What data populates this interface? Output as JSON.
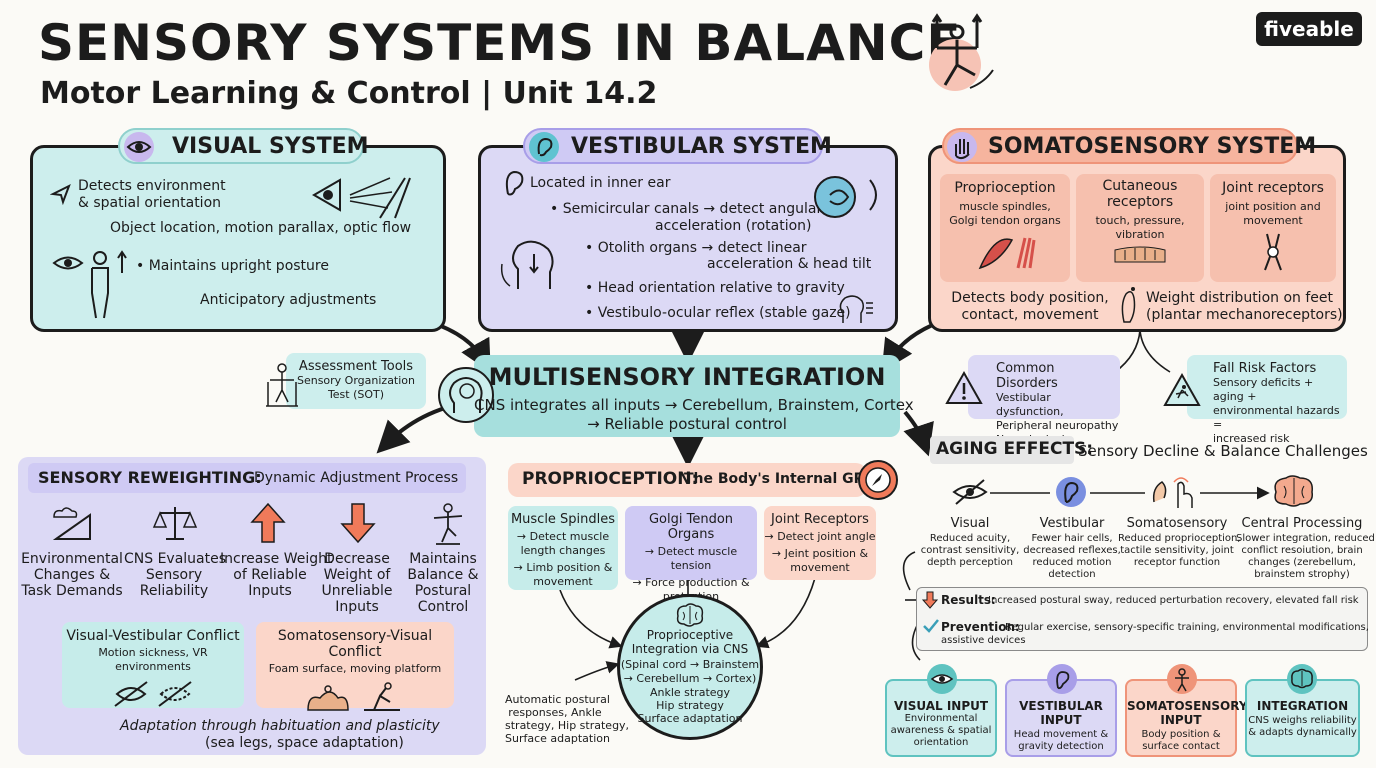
{
  "colors": {
    "teal": "#cdeeed",
    "lavender": "#dcd9f5",
    "salmon": "#fbd6c9",
    "ink": "#1c1c1c"
  },
  "header": {
    "title": "SENSORY SYSTEMS IN BALANCE",
    "subtitle": "Motor Learning & Control | Unit 14.2",
    "logo": "fiveable"
  },
  "visual": {
    "title": "VISUAL SYSTEM",
    "line1": "Detects environment",
    "line2": "& spatial orientation",
    "sub1": "Object location, motion parallax, optic flow",
    "line3": "• Maintains upright posture",
    "sub2": "Anticipatory adjustments"
  },
  "vestibular": {
    "title": "VESTIBULAR SYSTEM",
    "loc": "Located in inner ear",
    "b1a": "• Semicircular canals → detect angular",
    "b1b": "acceleration (rotation)",
    "b2a": "• Otolith organs → detect linear",
    "b2b": "acceleration & head tilt",
    "b3": "• Head orientation relative to gravity",
    "b4": "• Vestibulo-ocular reflex (stable gaze)"
  },
  "somato": {
    "title": "SOMATOSENSORY SYSTEM",
    "c1t": "Proprioception",
    "c1a": "muscle spindles,",
    "c1b": "Golgi tendon organs",
    "c2t": "Cutaneous",
    "c2t2": "receptors",
    "c2a": "touch, pressure,",
    "c2b": "vibration",
    "c3t": "Joint receptors",
    "c3a": "joint position and",
    "c3b": "movement",
    "d1": "Detects body position,",
    "d2": "contact, movement",
    "w1": "Weight distribution on feet",
    "w2": "(plantar mechanoreceptors)"
  },
  "assessment": {
    "title": "Assessment Tools",
    "l1": "Sensory Organization",
    "l2": "Test (SOT)"
  },
  "multi": {
    "title": "MULTISENSORY INTEGRATION",
    "l1": "CNS integrates all inputs → Cerebellum, Brainstem, Cortex",
    "l2": "→ Reliable postural control"
  },
  "disorders": {
    "title": "Common Disorders",
    "l1": "Vestibular dysfunction,",
    "l2": "Peripheral neuropathy",
    "l3": "Neurological conditions"
  },
  "fall": {
    "title": "Fall Risk Factors",
    "l1": "Sensory deficits + aging +",
    "l2": "environmental hazards =",
    "l3": "increased risk"
  },
  "reweight": {
    "title_bold": "SENSORY REWEIGHTING:",
    "title_rest": "Dynamic Adjustment Process",
    "steps": [
      {
        "l1": "Environmental",
        "l2": "Changes &",
        "l3": "Task Demands"
      },
      {
        "l1": "CNS Evaluates",
        "l2": "Sensory",
        "l3": "Reliability"
      },
      {
        "l1": "Increase Weight",
        "l2": "of Reliable",
        "l3": "Inputs"
      },
      {
        "l1": "Decrease",
        "l2": "Weight of",
        "l3": "Unreliable",
        "l4": "Inputs"
      },
      {
        "l1": "Maintains",
        "l2": "Balance &",
        "l3": "Postural",
        "l4": "Control"
      }
    ],
    "vv_title": "Visual-Vestibular Conflict",
    "vv_sub": "Motion sickness, VR environments",
    "sv_title": "Somatosensory-Visual Conflict",
    "sv_sub": "Foam surface, moving platform",
    "adapt": "Adaptation through habituation and plasticity",
    "adapt_sub": "(sea legs, space adaptation)"
  },
  "proprio": {
    "title_bold": "PROPRIOCEPTION:",
    "title_rest": "The Body's Internal GPS",
    "ms_t": "Muscle Spindles",
    "ms1": "→ Detect muscle",
    "ms2": "length changes",
    "ms3": "→ Limb position &",
    "ms4": "movement",
    "gt_t": "Golgi Tendon Organs",
    "gt1": "→ Detect muscle tension",
    "gt2": "→ Force production &",
    "gt3": "protection",
    "jr_t": "Joint Receptors",
    "jr1": "→ Detect joint angle",
    "jr2": "→ Jeint position &",
    "jr3": "movement",
    "int1": "Proprioceptive",
    "int2": "Integration via CNS",
    "int3": "(Spinal cord → Brainstem",
    "int4": "→ Cerebellum → Cortex)",
    "int5": "Ankle strategy",
    "int6": "Hip strategy",
    "int7": "Surface adaptation",
    "auto1": "Automatic postural",
    "auto2": "responses, Ankle",
    "auto3": "strategy, Hip strategy,",
    "auto4": "Surface adaptation"
  },
  "aging": {
    "title_bold": "AGING EFFECTS:",
    "title_rest": "Sensory Decline & Balance Challenges",
    "cols": [
      {
        "t": "Visual",
        "l1": "Reduced acuity,",
        "l2": "contrast sensitivity,",
        "l3": "depth perception",
        "l4": ""
      },
      {
        "t": "Vestibular",
        "l1": "Fewer hair cells,",
        "l2": "decreased reflexes,",
        "l3": "reduced motion",
        "l4": "detection"
      },
      {
        "t": "Somatosensory",
        "l1": "Reduced proprioception,",
        "l2": "tactile sensitivity, joint",
        "l3": "receptor function",
        "l4": ""
      },
      {
        "t": "Central Processing",
        "l1": "Slower integration, reduced",
        "l2": "conflict resoiution, brain",
        "l3": "changes (zerebellum,",
        "l4": "brainstem strophy)"
      }
    ],
    "results_b": "Results:",
    "results": "Increased postural sway, reduced perturbation recovery, elevated fall risk",
    "prev_b": "Prevention:",
    "prev1": "Regular exercise, sensory-specific training, environmental modifications,",
    "prev2": "assistive devices"
  },
  "inputs": [
    {
      "t1": "VISUAL INPUT",
      "t2": "",
      "l1": "Environmental",
      "l2": "awareness & spatial",
      "l3": "orientation"
    },
    {
      "t1": "VESTIBULAR",
      "t2": "INPUT",
      "l1": "Head movement &",
      "l2": "gravity detection",
      "l3": ""
    },
    {
      "t1": "SOMATOSENSORY",
      "t2": "INPUT",
      "l1": "Body position &",
      "l2": "surface contact",
      "l3": ""
    },
    {
      "t1": "INTEGRATION",
      "t2": "",
      "l1": "CNS weighs reliability",
      "l2": "& adapts dynamically",
      "l3": ""
    }
  ]
}
